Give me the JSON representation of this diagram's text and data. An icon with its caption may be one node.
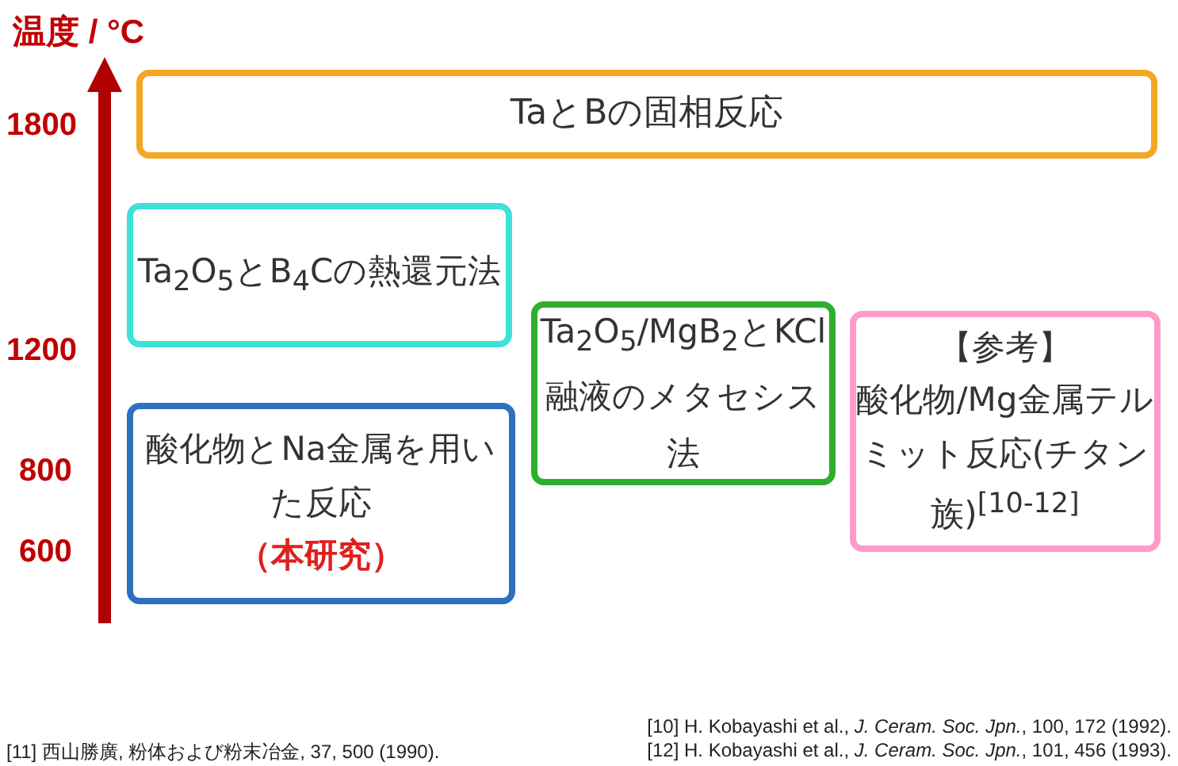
{
  "diagram": {
    "nodes": [
      {
        "text": [
          "TaとBの固相反応"
        ]
      },
      {
        "text": [
          "Ta$_{2}$O$_{5}$とB$_{4}$Cの熱還元法"
        ]
      },
      {
        "text": [
          "酸化物とNa金属を用いた反応",
          "（本研究）"
        ]
      },
      {
        "text": [
          "Ta$_{2}$O$_{5}$/MgB$_{2}$とKCl融液のメタセシス法"
        ]
      },
      {
        "text": [
          "【参考】",
          "酸化物/Mg金属テルミット反応(チタン族)$^{[10-12]}$"
        ]
      }
    ],
    "labels": [
      "温度 / °C",
      "1800",
      "1200",
      "800",
      "600",
      "[10] H. Kobayashi et al., *J. Ceram. Soc. Jpn.*, 100, 172 (1992).",
      "[11] 西山勝廣, 粉体および粉末冶金, 37, 500 (1990).",
      "[12] H. Kobayashi et al., *J. Ceram. Soc. Jpn.*, 101, 456 (1993)."
    ]
  }
}
